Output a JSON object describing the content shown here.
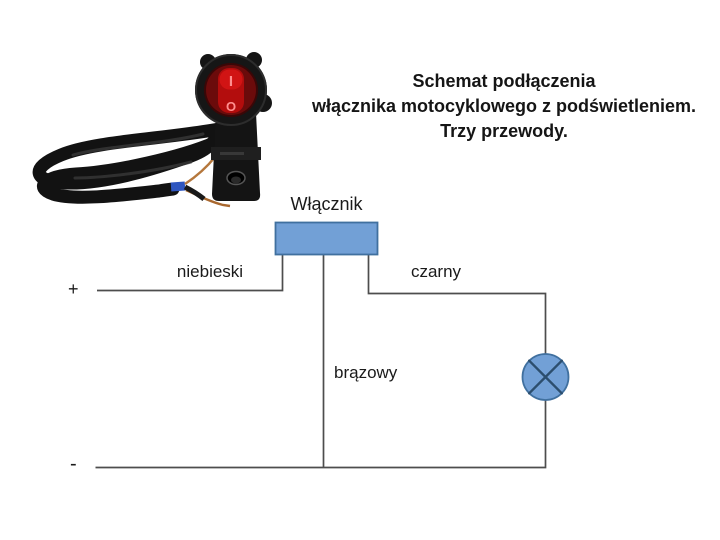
{
  "photo": {
    "rocker_on_mark": "I",
    "rocker_off_mark": "O"
  },
  "title": {
    "line1": "Schemat podłączenia",
    "line2": "włącznika motocyklowego z podświetleniem.",
    "line3": "Trzy przewody."
  },
  "diagram": {
    "switch_label": "Włącznik",
    "labels": {
      "blue_wire": "niebieski",
      "black_wire": "czarny",
      "brown_wire": "brązowy",
      "positive": "+",
      "negative": "-"
    },
    "colors": {
      "symbol_fill": "#72a0d6",
      "symbol_border": "#40709f",
      "wire_line": "#4d4d4d",
      "lamp_cross": "#2c4e6e",
      "text": "#1a1a1a",
      "rocker_red": "#b30d0d"
    }
  }
}
